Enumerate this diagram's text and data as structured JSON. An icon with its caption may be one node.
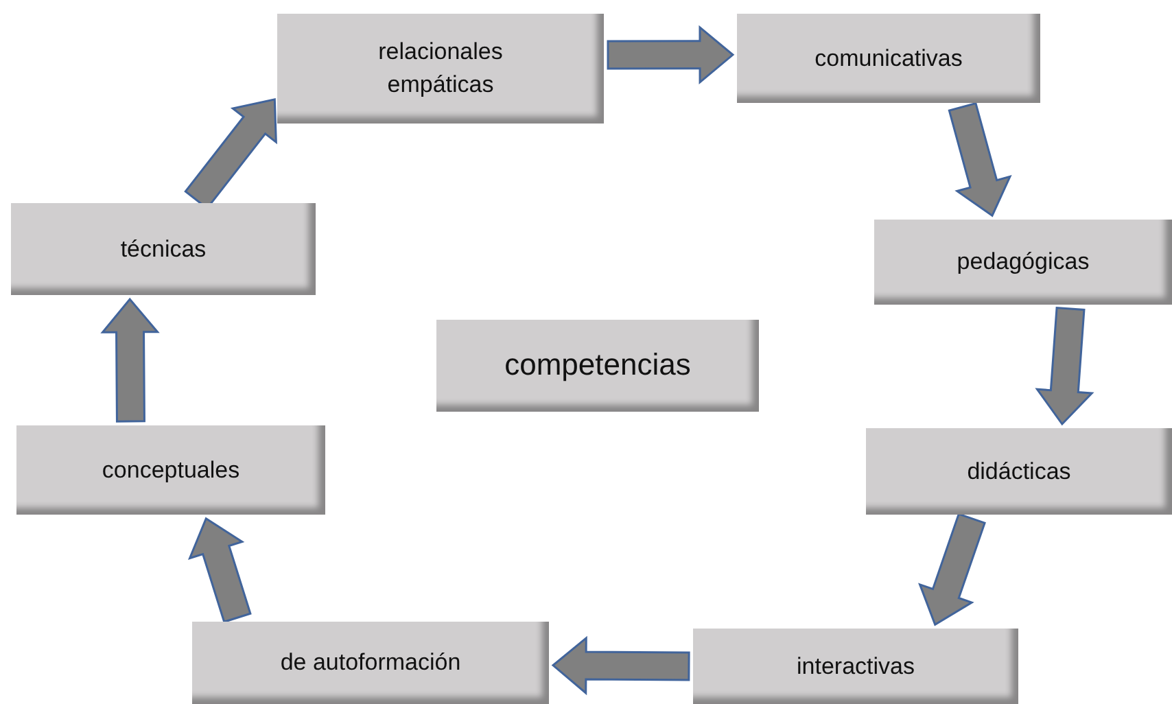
{
  "diagram": {
    "nodes": [
      {
        "text": [
          "relacionales empáticas"
        ]
      },
      {
        "text": [
          "comunicativas"
        ]
      },
      {
        "text": [
          "pedagógicas"
        ]
      },
      {
        "text": [
          "didácticas"
        ]
      },
      {
        "text": [
          "interactivas"
        ]
      },
      {
        "text": [
          "de autoformación"
        ]
      },
      {
        "text": [
          "conceptuales"
        ]
      },
      {
        "text": [
          "técnicas"
        ]
      },
      {
        "text": [
          "competencias"
        ]
      }
    ],
    "edges": [
      {
        "from": 0,
        "to": 1,
        "arrow": "to"
      },
      {
        "from": 1,
        "to": 2,
        "arrow": "to"
      },
      {
        "from": 2,
        "to": 3,
        "arrow": "to"
      },
      {
        "from": 3,
        "to": 4,
        "arrow": "to"
      },
      {
        "from": 4,
        "to": 5,
        "arrow": "to"
      },
      {
        "from": 5,
        "to": 6,
        "arrow": "to"
      },
      {
        "from": 6,
        "to": 7,
        "arrow": "to"
      },
      {
        "from": 7,
        "to": 0,
        "arrow": "to"
      }
    ]
  }
}
